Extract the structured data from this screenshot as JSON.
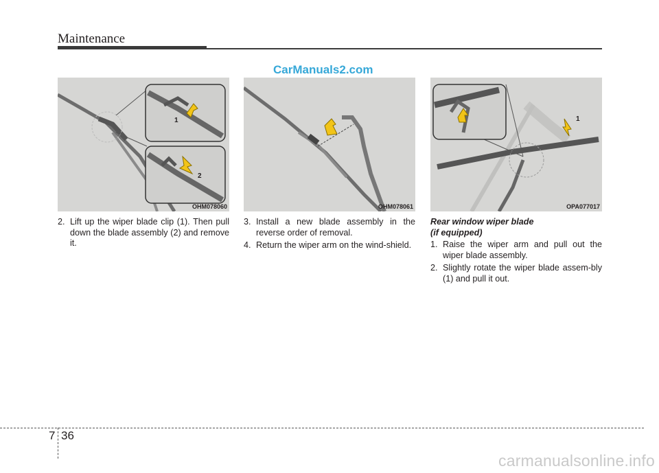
{
  "header": {
    "title": "Maintenance"
  },
  "watermark": "CarManuals2.com",
  "figures": [
    {
      "code": "OHM078060",
      "labels": [
        "1",
        "2"
      ]
    },
    {
      "code": "OHM078061"
    },
    {
      "code": "OPA077017",
      "labels": [
        "1"
      ]
    }
  ],
  "columns": [
    {
      "steps": [
        {
          "num": "2.",
          "text": "Lift up the wiper blade clip (1). Then pull down the blade assembly (2) and remove it."
        }
      ]
    },
    {
      "steps": [
        {
          "num": "3.",
          "text": "Install a new blade assembly in the reverse order of removal."
        },
        {
          "num": "4.",
          "text": "Return the wiper arm on the wind-shield."
        }
      ]
    },
    {
      "subheading_line1": "Rear window wiper blade",
      "subheading_line2": "(if equipped)",
      "steps": [
        {
          "num": "1.",
          "text": "Raise the wiper arm and pull out the wiper blade assembly."
        },
        {
          "num": "2.",
          "text": "Slightly rotate the wiper blade assem-bly (1) and pull it out."
        }
      ]
    }
  ],
  "footer": {
    "chapter": "7",
    "page": "36"
  },
  "site_watermark": "carmanualsonline.info",
  "colors": {
    "figure_bg": "#d6d6d4",
    "accent_arrow": "#f2c418",
    "watermark": "#36a8d8"
  }
}
